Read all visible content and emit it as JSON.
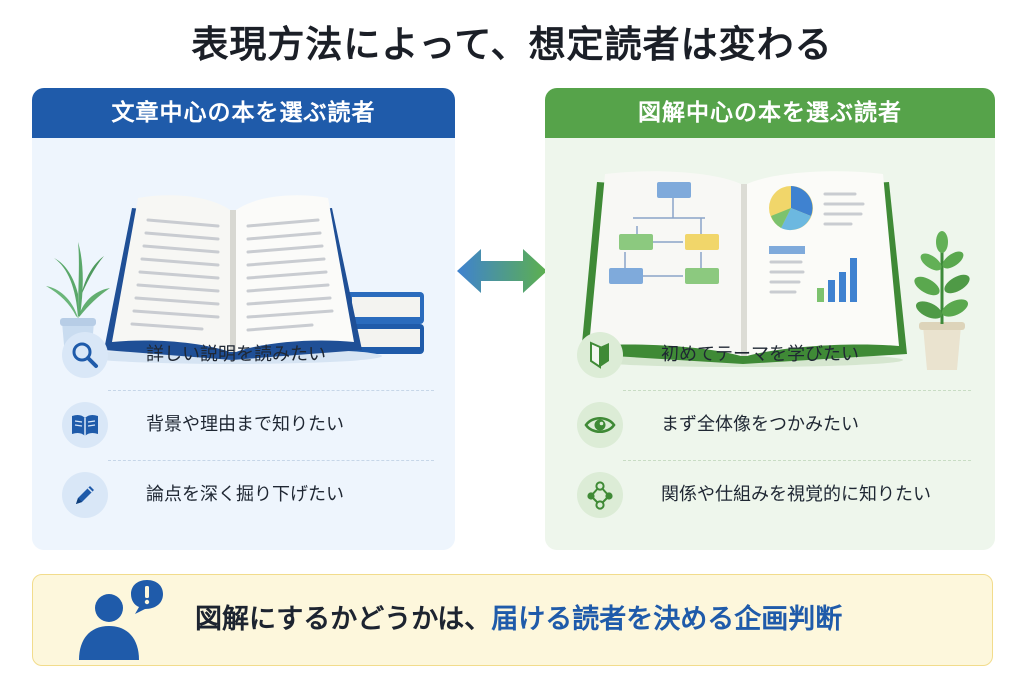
{
  "title": "表現方法によって、想定読者は変わる",
  "left_panel": {
    "header": "文章中心の本を選ぶ読者",
    "items": [
      {
        "label": "詳しい説明を読みたい",
        "icon": "search-icon"
      },
      {
        "label": "背景や理由まで知りたい",
        "icon": "open-book-icon"
      },
      {
        "label": "論点を深く掘り下げたい",
        "icon": "pencil-icon"
      }
    ]
  },
  "right_panel": {
    "header": "図解中心の本を選ぶ読者",
    "items": [
      {
        "label": "初めてテーマを学びたい",
        "icon": "beginner-mark-icon"
      },
      {
        "label": "まず全体像をつかみたい",
        "icon": "eye-icon"
      },
      {
        "label": "関係や仕組みを視覚的に知りたい",
        "icon": "network-icon"
      }
    ]
  },
  "bottom": {
    "text_plain": "図解にするかどうかは、",
    "text_highlight": "届ける読者を決める企画判断"
  },
  "colors": {
    "left_accent": "#1f5baa",
    "right_accent": "#56a34a",
    "highlight": "#1f5baa",
    "bottom_background": "#fdf7dc"
  }
}
